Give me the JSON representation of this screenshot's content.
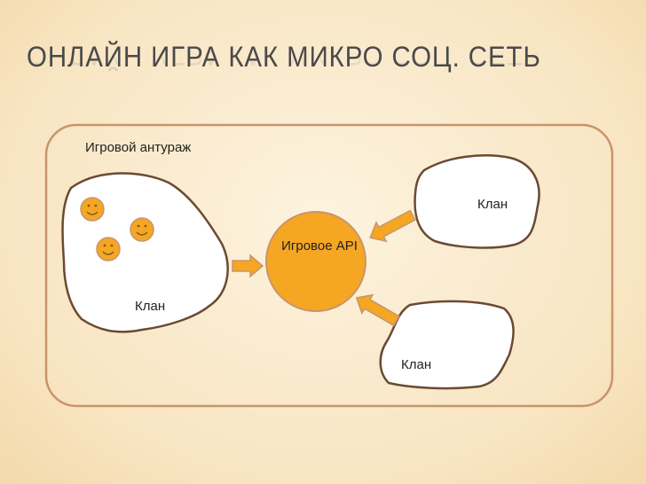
{
  "slide": {
    "title": "ОНЛАЙН ИГРА КАК МИКРО СОЦ. СЕТЬ"
  },
  "diagram": {
    "frame_label": "Игровой антураж",
    "center_label": "Игровое API",
    "clan_left_label": "Клан",
    "clan_top_right_label": "Клан",
    "clan_bottom_right_label": "Клан",
    "colors": {
      "frame": "#c8956a",
      "center_fill": "#f5a623",
      "center_stroke": "#c8956a",
      "clan_fill": "#ffffff",
      "clan_stroke": "#6b4a33",
      "arrow": "#f5a623",
      "smiley": "#f5a623"
    }
  }
}
